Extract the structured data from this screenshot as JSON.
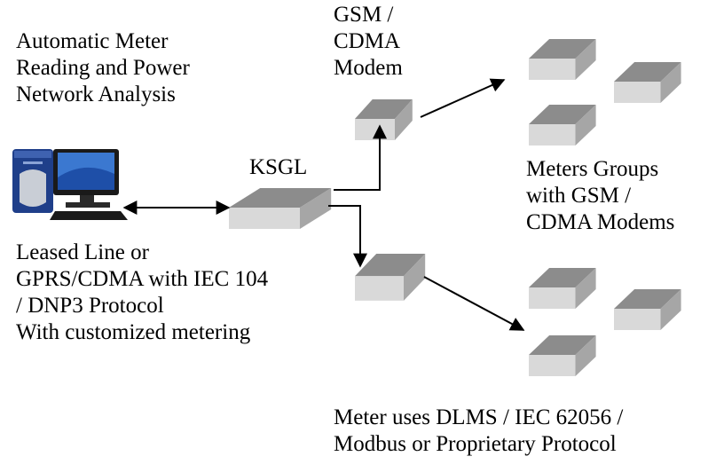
{
  "labels": {
    "top_left": [
      "Automatic Meter",
      "Reading and Power",
      "Network Analysis"
    ],
    "modem": [
      "GSM /",
      "CDMA",
      "Modem"
    ],
    "hub": "KSGL",
    "meters_gsm": [
      "Meters Groups",
      "with GSM /",
      "CDMA Modems"
    ],
    "link": [
      "Leased Line or",
      "GPRS/CDMA with IEC 104",
      "/ DNP3 Protocol",
      "With customized metering"
    ],
    "meters_dlms": [
      "Meter uses DLMS / IEC 62056 /",
      "Modbus or Proprietary Protocol"
    ]
  },
  "icons": {
    "computer": "desktop-computer-icon",
    "device": "network-device-icon"
  },
  "colors": {
    "device_top": "#8c8c8c",
    "device_front": "#d9d9d9",
    "device_side": "#a6a6a6"
  }
}
